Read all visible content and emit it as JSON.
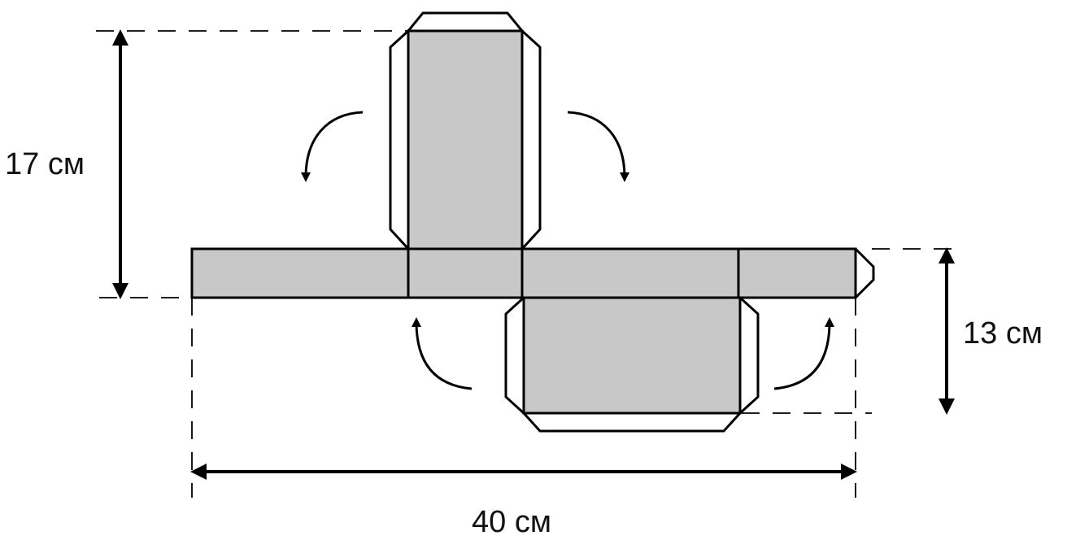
{
  "labels": {
    "height_17": "17 см",
    "height_13": "13 см",
    "width_40": "40 см"
  },
  "colors": {
    "face_fill": "#c8c8c8",
    "stroke": "#000000",
    "background": "#ffffff"
  }
}
